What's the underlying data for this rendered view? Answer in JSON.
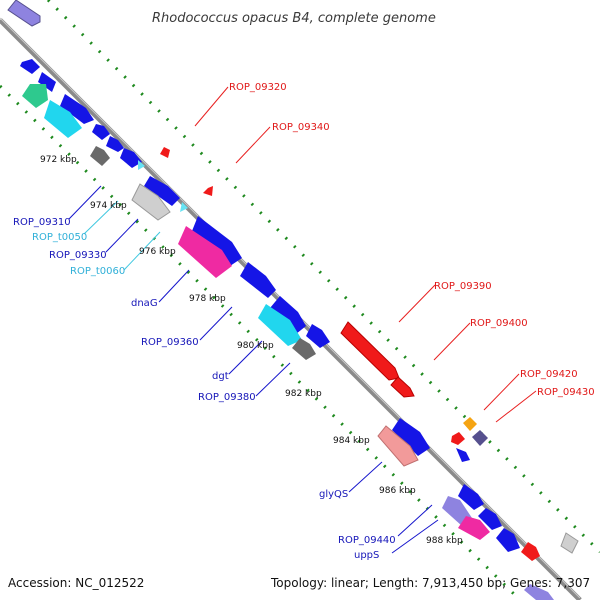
{
  "title": "Rhodococcus opacus B4, complete genome",
  "footer": {
    "accession": "Accession: NC_012522",
    "topology": "Topology: linear; Length: 7,913,450 bp; Genes: 7,307"
  },
  "colors": {
    "blue": "#1515e6",
    "cyan": "#21d6ee",
    "light_cyan": "#67e3f3",
    "gray": "#6a6a6a",
    "light_gray": "#cfcfcf",
    "magenta": "#ef2aa2",
    "pink": "#f29a9a",
    "red": "#f01a1a",
    "orange": "#f5a413",
    "purple": "#8e83e0",
    "slate": "#56508e",
    "green": "#2ec98e",
    "backbone": "#888888",
    "dots": "#1f8a1f"
  },
  "scale_ticks": [
    "972 kbp",
    "974 kbp",
    "976 kbp",
    "978 kbp",
    "980 kbp",
    "982 kbp",
    "984 kbp",
    "986 kbp",
    "988 kbp"
  ],
  "gene_labels_upper": [
    "ROP_09320",
    "ROP_09340",
    "ROP_09390",
    "ROP_09400",
    "ROP_09420",
    "ROP_09430"
  ],
  "gene_labels_lower": [
    "ROP_09310",
    "ROP_t0050",
    "ROP_09330",
    "ROP_t0060",
    "dnaG",
    "ROP_09360",
    "dgt",
    "ROP_09380",
    "glyQS",
    "ROP_09440",
    "uppS"
  ]
}
